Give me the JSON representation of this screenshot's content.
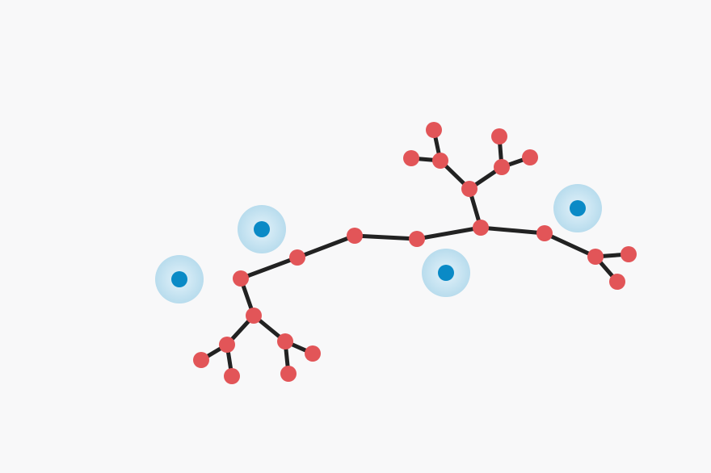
{
  "colors": {
    "background": "#f8f8f9",
    "bond": "#222222",
    "atom": "#e25558",
    "ion_core": "#0a8ac6",
    "ion_halo_inner": "#e3f2fa",
    "ion_halo_outer": "#b8dced"
  },
  "molecule": {
    "atoms": [
      "a1",
      "a2",
      "a3",
      "a4",
      "a5",
      "a6",
      "a7",
      "a8",
      "a9",
      "a10",
      "a11",
      "a12",
      "a13",
      "a14",
      "a15",
      "a16",
      "a17",
      "a18",
      "a19",
      "a20",
      "a21",
      "a22",
      "a23",
      "a24"
    ],
    "bonds": [
      [
        "a1",
        "a2"
      ],
      [
        "a2",
        "a3"
      ],
      [
        "a3",
        "a4"
      ],
      [
        "a4",
        "a5"
      ],
      [
        "a1",
        "a6"
      ],
      [
        "a6",
        "a7"
      ],
      [
        "a7",
        "a8"
      ],
      [
        "a7",
        "a9"
      ],
      [
        "a6",
        "a10"
      ],
      [
        "a10",
        "a11"
      ],
      [
        "a10",
        "a12"
      ],
      [
        "a5",
        "a13"
      ],
      [
        "a13",
        "a14"
      ],
      [
        "a14",
        "a15"
      ],
      [
        "a14",
        "a16"
      ],
      [
        "a13",
        "a17"
      ],
      [
        "a17",
        "a18"
      ],
      [
        "a17",
        "a19"
      ],
      [
        "a5",
        "a20"
      ],
      [
        "a20",
        "a21"
      ],
      [
        "a21",
        "a22"
      ],
      [
        "a21",
        "a23"
      ],
      [
        "a2",
        "a24"
      ]
    ]
  },
  "ions": [
    "ion1",
    "ion2",
    "ion3",
    "ion4"
  ]
}
